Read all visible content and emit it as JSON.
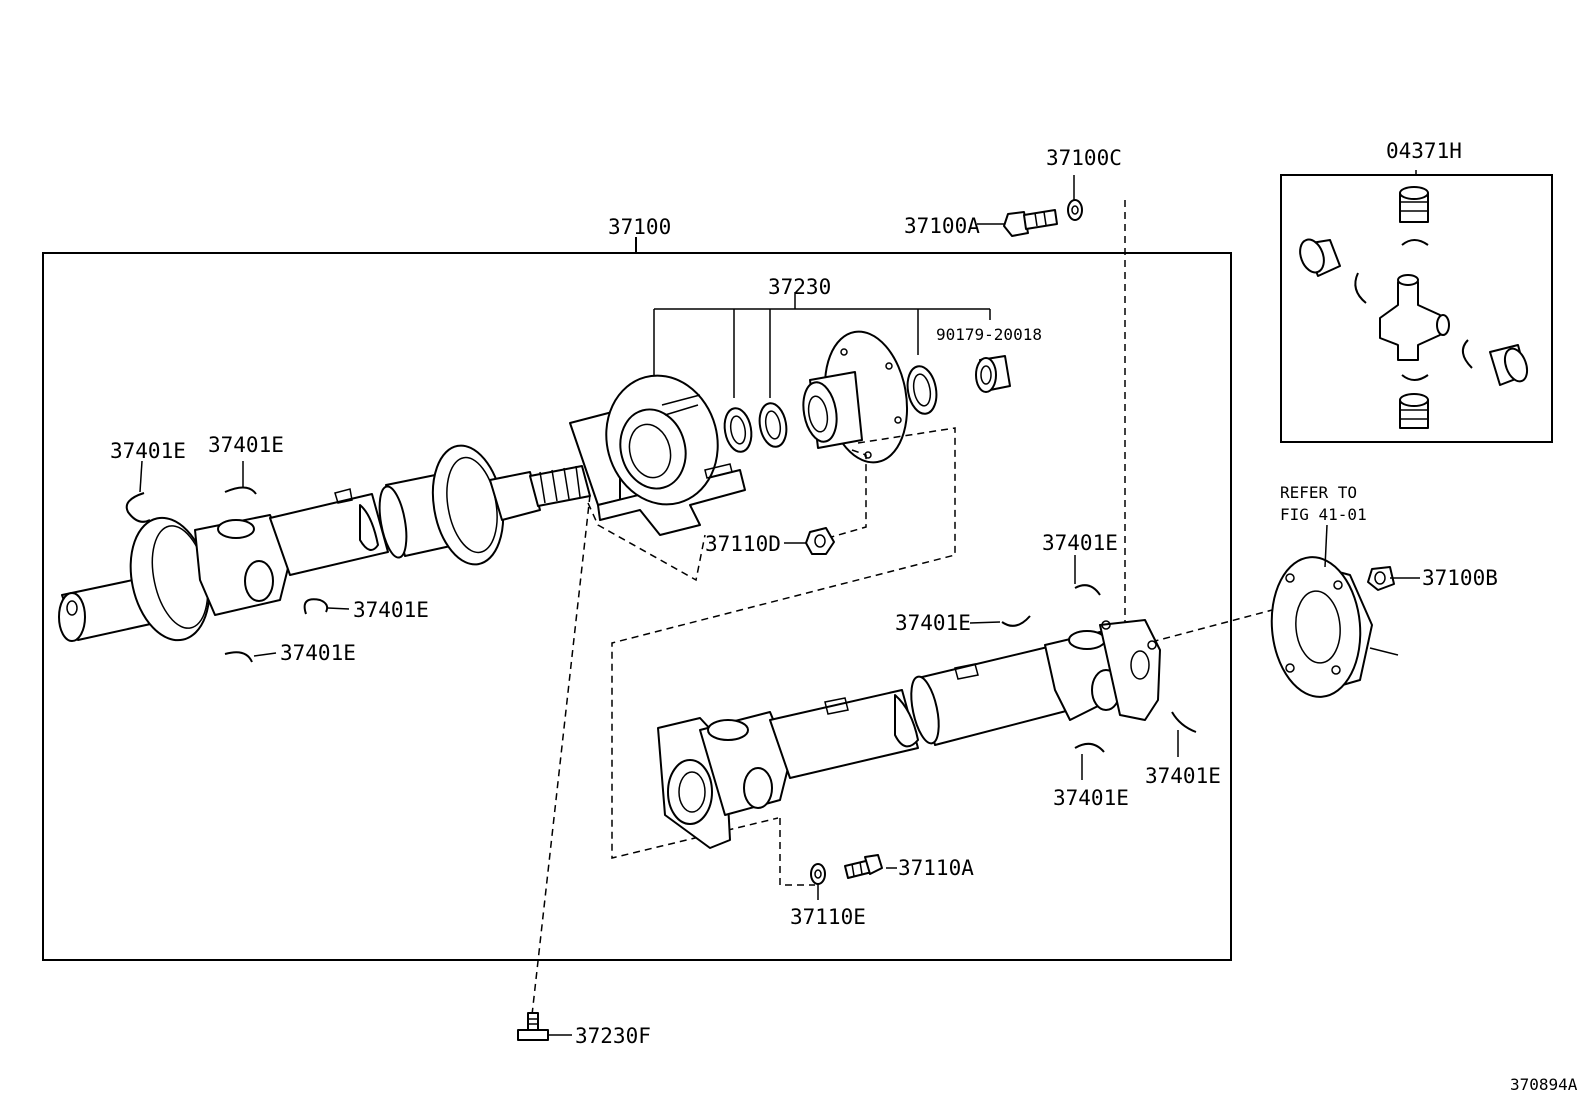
{
  "labels": {
    "assembly": "37100",
    "bearing_kit": "37230",
    "bolt_a": "37100A",
    "washer_c": "37100C",
    "seal_ring": "90179-20018",
    "spider_kit": "04371H",
    "snap_ring": "37401E",
    "nut_d": "37110D",
    "nut_b": "37100B",
    "bolt_110a": "37110A",
    "washer_110e": "37110E",
    "bolt_230f": "37230F",
    "refer_line1": "REFER TO",
    "refer_line2": "FIG 41-01",
    "figure_code": "370894A"
  }
}
